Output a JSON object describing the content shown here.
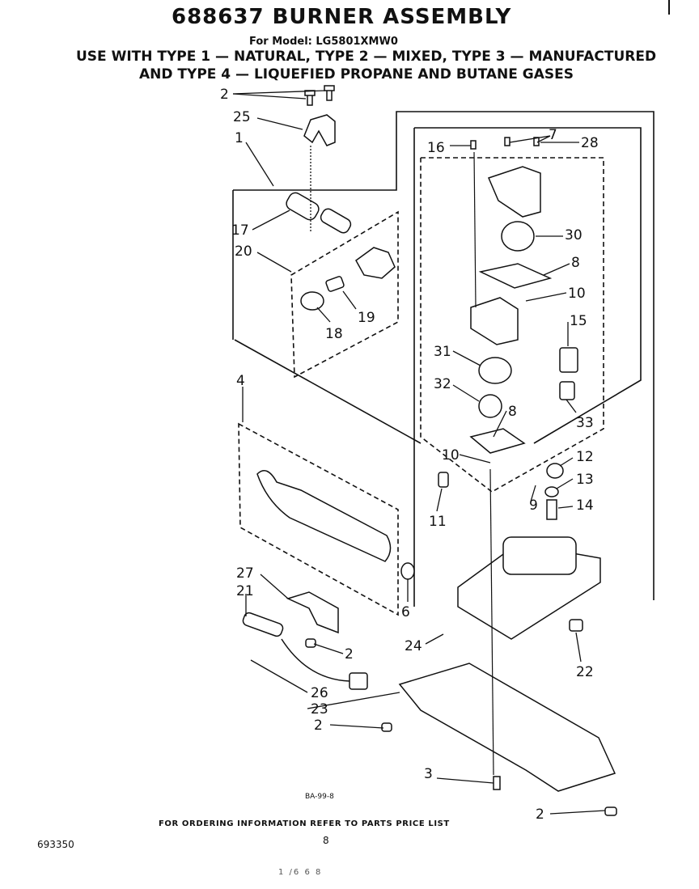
{
  "header": {
    "title": "688637 BURNER ASSEMBLY",
    "model": "For Model: LG5801XMW0",
    "line1": "USE WITH TYPE 1 — NATURAL, TYPE 2 — MIXED, TYPE 3 — MANUFACTURED",
    "line2": "AND TYPE 4 — LIQUEFIED PROPANE AND BUTANE GASES"
  },
  "figure_code": "BA-99-8",
  "callouts": {
    "c2a": "2",
    "c25": "25",
    "c1": "1",
    "c17": "17",
    "c20": "20",
    "c18": "18",
    "c19": "19",
    "c4": "4",
    "c27": "27",
    "c21": "21",
    "c6": "6",
    "c2b": "2",
    "c26": "26",
    "c23": "23",
    "c2c": "2",
    "c24": "24",
    "c3": "3",
    "c2d": "2",
    "c16": "16",
    "c7": "7",
    "c28": "28",
    "c30": "30",
    "c8a": "8",
    "c10a": "10",
    "c15": "15",
    "c31": "31",
    "c32": "32",
    "c8b": "8",
    "c33": "33",
    "c10b": "10",
    "c12": "12",
    "c13": "13",
    "c9": "9",
    "c14": "14",
    "c11": "11",
    "c22": "22"
  },
  "footer": {
    "ordering": "FOR ORDERING INFORMATION REFER TO PARTS PRICE LIST",
    "page": "8",
    "doc_number": "693350"
  },
  "scan_mark": "1 /6 6 8"
}
